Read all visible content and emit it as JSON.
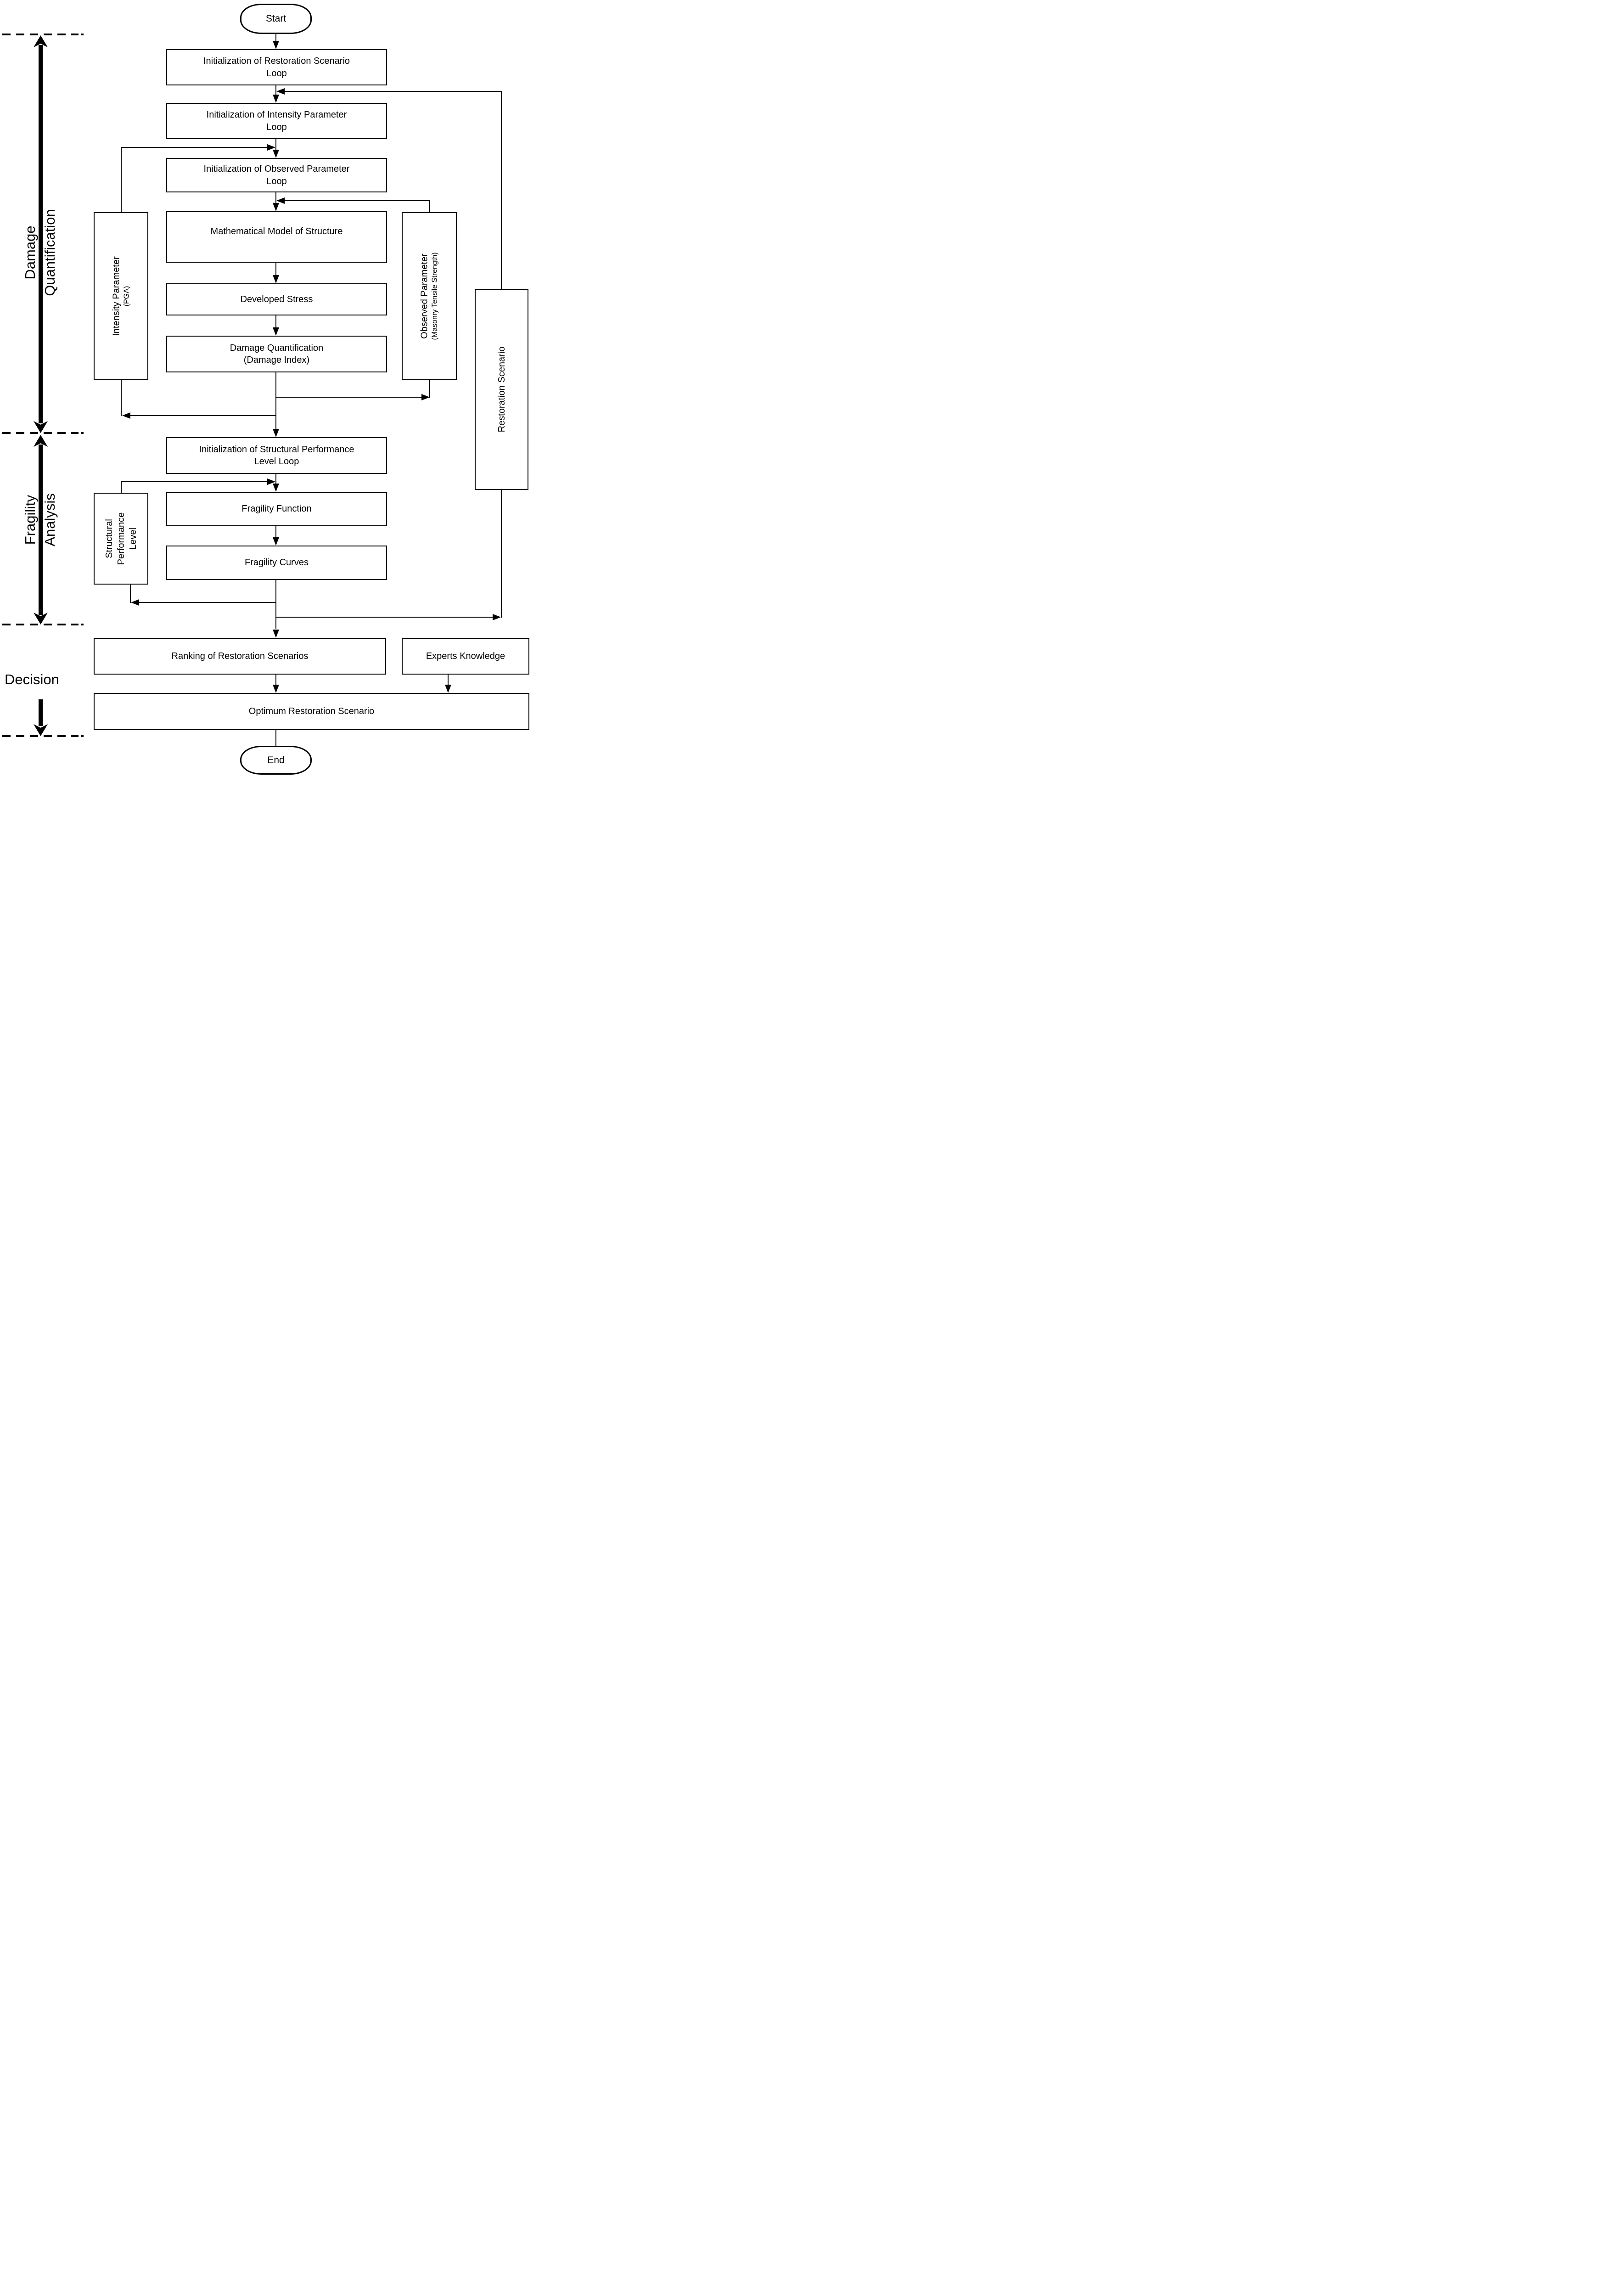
{
  "diagram": {
    "colors": {
      "line": "#000000",
      "background": "#ffffff",
      "text": "#000000"
    },
    "sections": {
      "damage": {
        "line1": "Damage",
        "line2": "Quantification"
      },
      "fragility": {
        "line1": "Fragility",
        "line2": "Analysis"
      },
      "decision": {
        "label": "Decision"
      }
    },
    "nodes": {
      "start": {
        "label": "Start"
      },
      "init_restoration": {
        "line1": "Initialization of Restoration Scenario",
        "line2": "Loop"
      },
      "init_intensity": {
        "line1": "Initialization of Intensity Parameter",
        "line2": "Loop"
      },
      "init_observed": {
        "line1": "Initialization of Observed Parameter",
        "line2": "Loop"
      },
      "math_model": {
        "label": "Mathematical Model of Structure"
      },
      "developed_stress": {
        "label": "Developed Stress"
      },
      "damage_quant": {
        "line1": "Damage Quantification",
        "line2": "(Damage Index)"
      },
      "intensity_param": {
        "line1": "Intensity Parameter",
        "line2": "(PGA)"
      },
      "observed_param": {
        "line1": "Observed Parameter",
        "line2": "(Masonry Tensile Strength)"
      },
      "restoration": {
        "label": "Restoration Scenario"
      },
      "init_spl": {
        "line1": "Initialization of Structural Performance",
        "line2": "Level Loop"
      },
      "fragility_function": {
        "label": "Fragility Function"
      },
      "fragility_curves": {
        "label": "Fragility Curves"
      },
      "spl": {
        "line1": "Structural",
        "line2": "Performance",
        "line3": "Level"
      },
      "ranking": {
        "label": "Ranking of Restoration Scenarios"
      },
      "experts": {
        "label": "Experts Knowledge"
      },
      "optimum": {
        "label": "Optimum Restoration Scenario"
      },
      "end": {
        "label": "End"
      }
    }
  }
}
